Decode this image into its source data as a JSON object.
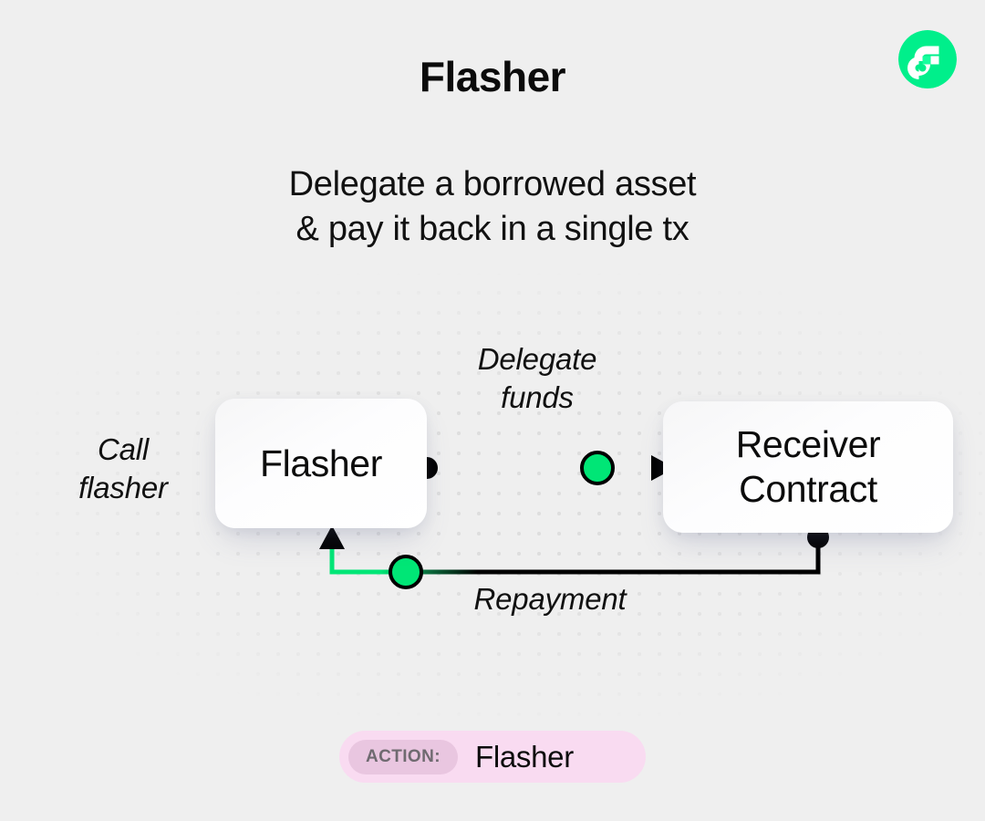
{
  "header": {
    "title": "Flasher",
    "logo_icon": "flow-logo-icon",
    "logo_color": "#00ef8b"
  },
  "subtitle": {
    "line1": "Delegate a borrowed asset",
    "line2": "& pay it back in a single tx"
  },
  "diagram": {
    "nodes": [
      {
        "id": "flasher",
        "label": "Flasher"
      },
      {
        "id": "receiver",
        "label_line1": "Receiver",
        "label_line2": "Contract"
      }
    ],
    "labels": {
      "call_line1": "Call",
      "call_line2": "flasher",
      "delegate_line1": "Delegate",
      "delegate_line2": "funds",
      "repayment": "Repayment"
    },
    "colors": {
      "node_dot": "#000000",
      "accent_dot": "#00e676",
      "line": "#000000",
      "grid_dot": "#dedede",
      "background": "#efefef"
    }
  },
  "action_badge": {
    "tag": "ACTION:",
    "value": "Flasher",
    "pill_color": "#f9dbf1",
    "tag_color": "#e9c6e0"
  }
}
